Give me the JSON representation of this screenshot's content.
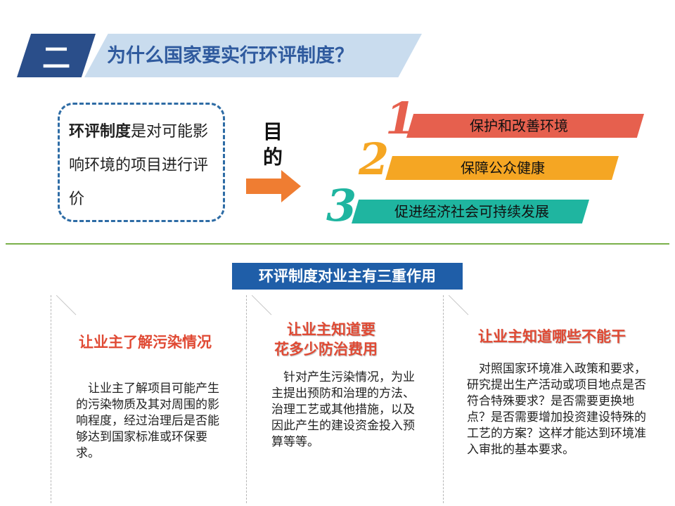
{
  "header": {
    "section_number": "二",
    "title": "为什么国家要实行环评制度？"
  },
  "definition": {
    "bold_part": "环评制度",
    "rest": "是对可能影响环境的项目进行评价"
  },
  "purpose": {
    "label": "目的"
  },
  "goals": [
    {
      "number": "1",
      "text": "保护和改善环境",
      "color": "#e6604e"
    },
    {
      "number": "2",
      "text": "保障公众健康",
      "color": "#f5a623"
    },
    {
      "number": "3",
      "text": "促进经济社会可持续发展",
      "color": "#1fb5a0"
    }
  ],
  "roles": {
    "banner": "环评制度对业主有三重作用",
    "columns": [
      {
        "heading_line1": "让业主了解污染情况",
        "heading_line2": "",
        "body": "　让业主了解项目可能产生的污染物质及其对周围的影响程度，经过治理后是否能够达到国家标准或环保要求。"
      },
      {
        "heading_line1": "让业主知道要",
        "heading_line2": "花多少防治费用",
        "body": "　针对产生污染情况，为业主提出预防和治理的方法、治理工艺或其他措施，以及因此产生的建设资金投入预算等等。"
      },
      {
        "heading_line1": "让业主知道哪些不能干",
        "heading_line2": "",
        "body": "　对照国家环境准入政策和要求，研究提出生产活动或项目地点是否符合特殊要求？是否需要更换地点？是否需要增加投资建设特殊的工艺的方案？这样才能达到环境准入审批的基本要求。"
      }
    ]
  }
}
